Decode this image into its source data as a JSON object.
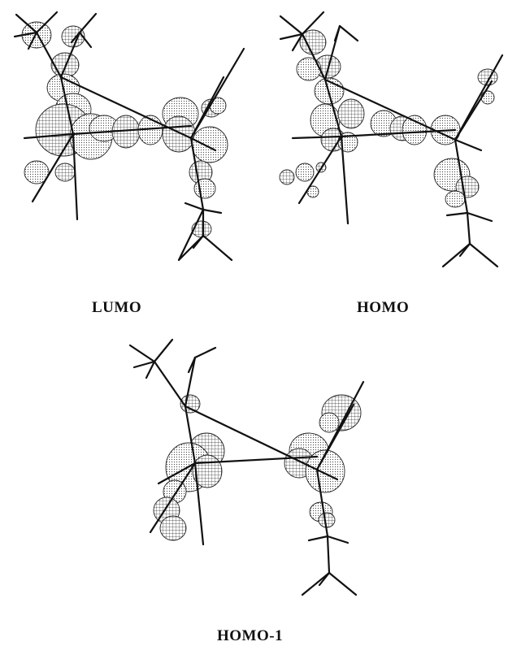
{
  "figure": {
    "panels": [
      {
        "label": "LUMO"
      },
      {
        "label": "HOMO"
      },
      {
        "label": "HOMO-1"
      }
    ],
    "colors": {
      "bond": "#111111",
      "orbital_outline": "#222222",
      "hatch": "#333333",
      "background": "#ffffff"
    }
  }
}
